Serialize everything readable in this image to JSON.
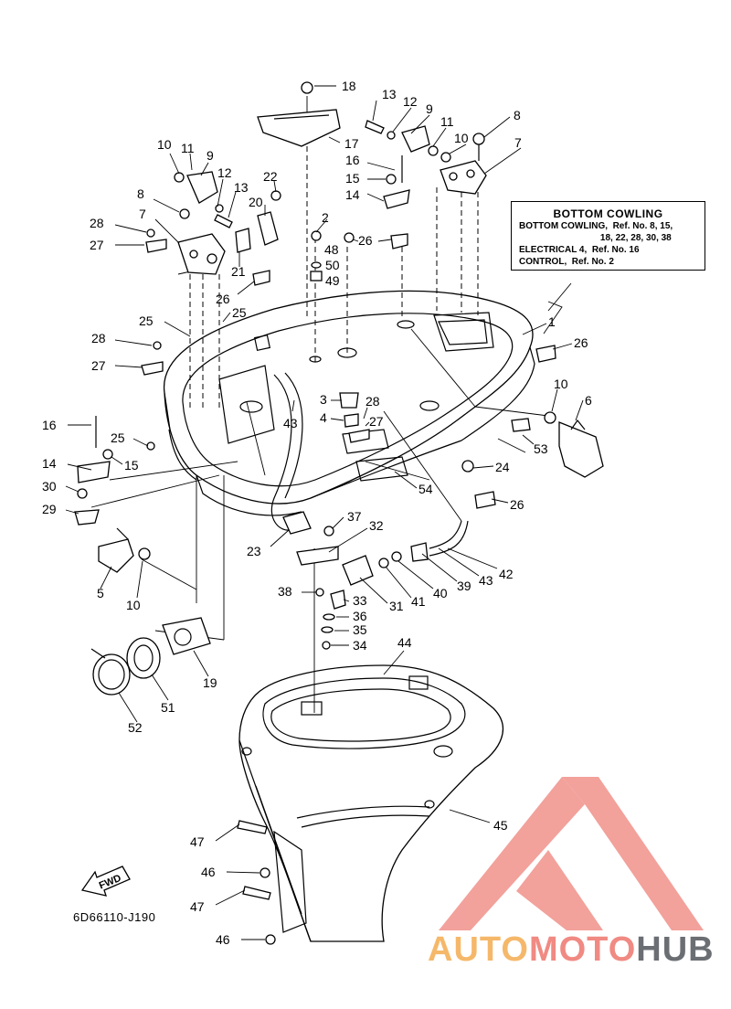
{
  "legend": {
    "title": "BOTTOM COWLING",
    "lines": [
      "BOTTOM COWLING,  Ref. No. 8, 15,",
      "                                18, 22, 28, 30, 38",
      "ELECTRICAL 4,  Ref. No. 16",
      "CONTROL,  Ref. No. 2"
    ]
  },
  "diagram_code": "6D66110-J190",
  "fwd_label": "FWD",
  "watermark": {
    "part1": "AUTO",
    "part2": "MOTO",
    "part3": "HUB",
    "colors": {
      "auto": "#f5b86a",
      "moto": "#f08a83",
      "hub": "#6b6e73",
      "triangle": "#f08a83"
    }
  },
  "callouts": [
    {
      "label": "18"
    },
    {
      "label": "17"
    },
    {
      "label": "13"
    },
    {
      "label": "12"
    },
    {
      "label": "9"
    },
    {
      "label": "11"
    },
    {
      "label": "10"
    },
    {
      "label": "8"
    },
    {
      "label": "7"
    },
    {
      "label": "16"
    },
    {
      "label": "15"
    },
    {
      "label": "14"
    },
    {
      "label": "10"
    },
    {
      "label": "11"
    },
    {
      "label": "9"
    },
    {
      "label": "12"
    },
    {
      "label": "13"
    },
    {
      "label": "22"
    },
    {
      "label": "20"
    },
    {
      "label": "8"
    },
    {
      "label": "28"
    },
    {
      "label": "7"
    },
    {
      "label": "27"
    },
    {
      "label": "21"
    },
    {
      "label": "2"
    },
    {
      "label": "48"
    },
    {
      "label": "50"
    },
    {
      "label": "49"
    },
    {
      "label": "26"
    },
    {
      "label": "26"
    },
    {
      "label": "25"
    },
    {
      "label": "25"
    },
    {
      "label": "1"
    },
    {
      "label": "28"
    },
    {
      "label": "27"
    },
    {
      "label": "26"
    },
    {
      "label": "10"
    },
    {
      "label": "6"
    },
    {
      "label": "3"
    },
    {
      "label": "28"
    },
    {
      "label": "4"
    },
    {
      "label": "27"
    },
    {
      "label": "43"
    },
    {
      "label": "16"
    },
    {
      "label": "25"
    },
    {
      "label": "15"
    },
    {
      "label": "53"
    },
    {
      "label": "14"
    },
    {
      "label": "24"
    },
    {
      "label": "30"
    },
    {
      "label": "54"
    },
    {
      "label": "29"
    },
    {
      "label": "26"
    },
    {
      "label": "37"
    },
    {
      "label": "32"
    },
    {
      "label": "23"
    },
    {
      "label": "42"
    },
    {
      "label": "43"
    },
    {
      "label": "39"
    },
    {
      "label": "40"
    },
    {
      "label": "41"
    },
    {
      "label": "31"
    },
    {
      "label": "5"
    },
    {
      "label": "10"
    },
    {
      "label": "38"
    },
    {
      "label": "33"
    },
    {
      "label": "36"
    },
    {
      "label": "35"
    },
    {
      "label": "34"
    },
    {
      "label": "44"
    },
    {
      "label": "19"
    },
    {
      "label": "51"
    },
    {
      "label": "52"
    },
    {
      "label": "45"
    },
    {
      "label": "47"
    },
    {
      "label": "46"
    },
    {
      "label": "47"
    },
    {
      "label": "46"
    }
  ]
}
